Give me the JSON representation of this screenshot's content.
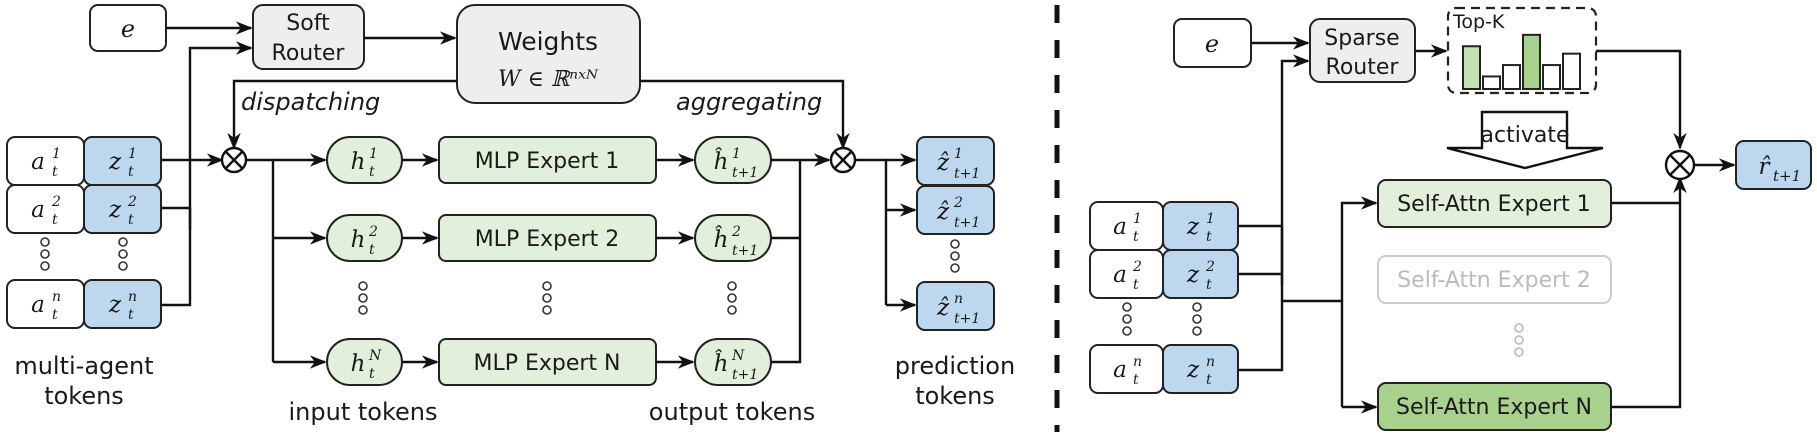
{
  "left_panel": {
    "embedding_label": "e",
    "router_label_line1": "Soft",
    "router_label_line2": "Router",
    "weights_title": "Weights",
    "weights_formula": "W ∈ ℝⁿˣᴺ",
    "dispatching_label": "dispatching",
    "aggregating_label": "aggregating",
    "agent_tokens": [
      {
        "a": "a",
        "a_sup": "1",
        "z": "z",
        "z_sup": "1",
        "sub": "t"
      },
      {
        "a": "a",
        "a_sup": "2",
        "z": "z",
        "z_sup": "2",
        "sub": "t"
      },
      {
        "a": "a",
        "a_sup": "n",
        "z": "z",
        "z_sup": "n",
        "sub": "t"
      }
    ],
    "input_tokens": [
      {
        "base": "h",
        "sup": "1",
        "sub": "t"
      },
      {
        "base": "h",
        "sup": "2",
        "sub": "t"
      },
      {
        "base": "h",
        "sup": "N",
        "sub": "t"
      }
    ],
    "experts": [
      "MLP Expert 1",
      "MLP Expert 2",
      "MLP Expert N"
    ],
    "output_tokens": [
      {
        "base": "ĥ",
        "sup": "1",
        "sub": "t+1"
      },
      {
        "base": "ĥ",
        "sup": "2",
        "sub": "t+1"
      },
      {
        "base": "ĥ",
        "sup": "N",
        "sub": "t+1"
      }
    ],
    "prediction_tokens": [
      {
        "base": "ẑ",
        "sup": "1",
        "sub": "t+1"
      },
      {
        "base": "ẑ",
        "sup": "2",
        "sub": "t+1"
      },
      {
        "base": "ẑ",
        "sup": "n",
        "sub": "t+1"
      }
    ],
    "caption_multi_agent_line1": "multi-agent",
    "caption_multi_agent_line2": "tokens",
    "caption_input": "input tokens",
    "caption_output": "output tokens",
    "caption_prediction_line1": "prediction",
    "caption_prediction_line2": "tokens"
  },
  "right_panel": {
    "embedding_label": "e",
    "router_label_line1": "Sparse",
    "router_label_line2": "Router",
    "topk_label": "Top-K",
    "topk_bars": [
      {
        "value": 0.75,
        "selected": true
      },
      {
        "value": 0.22,
        "selected": false
      },
      {
        "value": 0.42,
        "selected": false
      },
      {
        "value": 0.95,
        "selected": true
      },
      {
        "value": 0.42,
        "selected": false
      },
      {
        "value": 0.62,
        "selected": false
      }
    ],
    "activate_label": "activate",
    "agent_tokens": [
      {
        "a": "a",
        "a_sup": "1",
        "z": "z",
        "z_sup": "1",
        "sub": "t"
      },
      {
        "a": "a",
        "a_sup": "2",
        "z": "z",
        "z_sup": "2",
        "sub": "t"
      },
      {
        "a": "a",
        "a_sup": "n",
        "z": "z",
        "z_sup": "n",
        "sub": "t"
      }
    ],
    "experts": [
      {
        "label": "Self-Attn Expert 1",
        "state": "active"
      },
      {
        "label": "Self-Attn Expert 2",
        "state": "inactive"
      },
      {
        "label": "Self-Attn Expert N",
        "state": "active-strong"
      }
    ],
    "output": {
      "base": "r̂",
      "sub": "t+1"
    }
  },
  "colors": {
    "token_blue": "#bdd7ee",
    "expert_green": "#e2efda",
    "expert_green_strong": "#a9d18e",
    "router_gray": "#eeeeee",
    "inactive_gray": "#cccccc"
  }
}
